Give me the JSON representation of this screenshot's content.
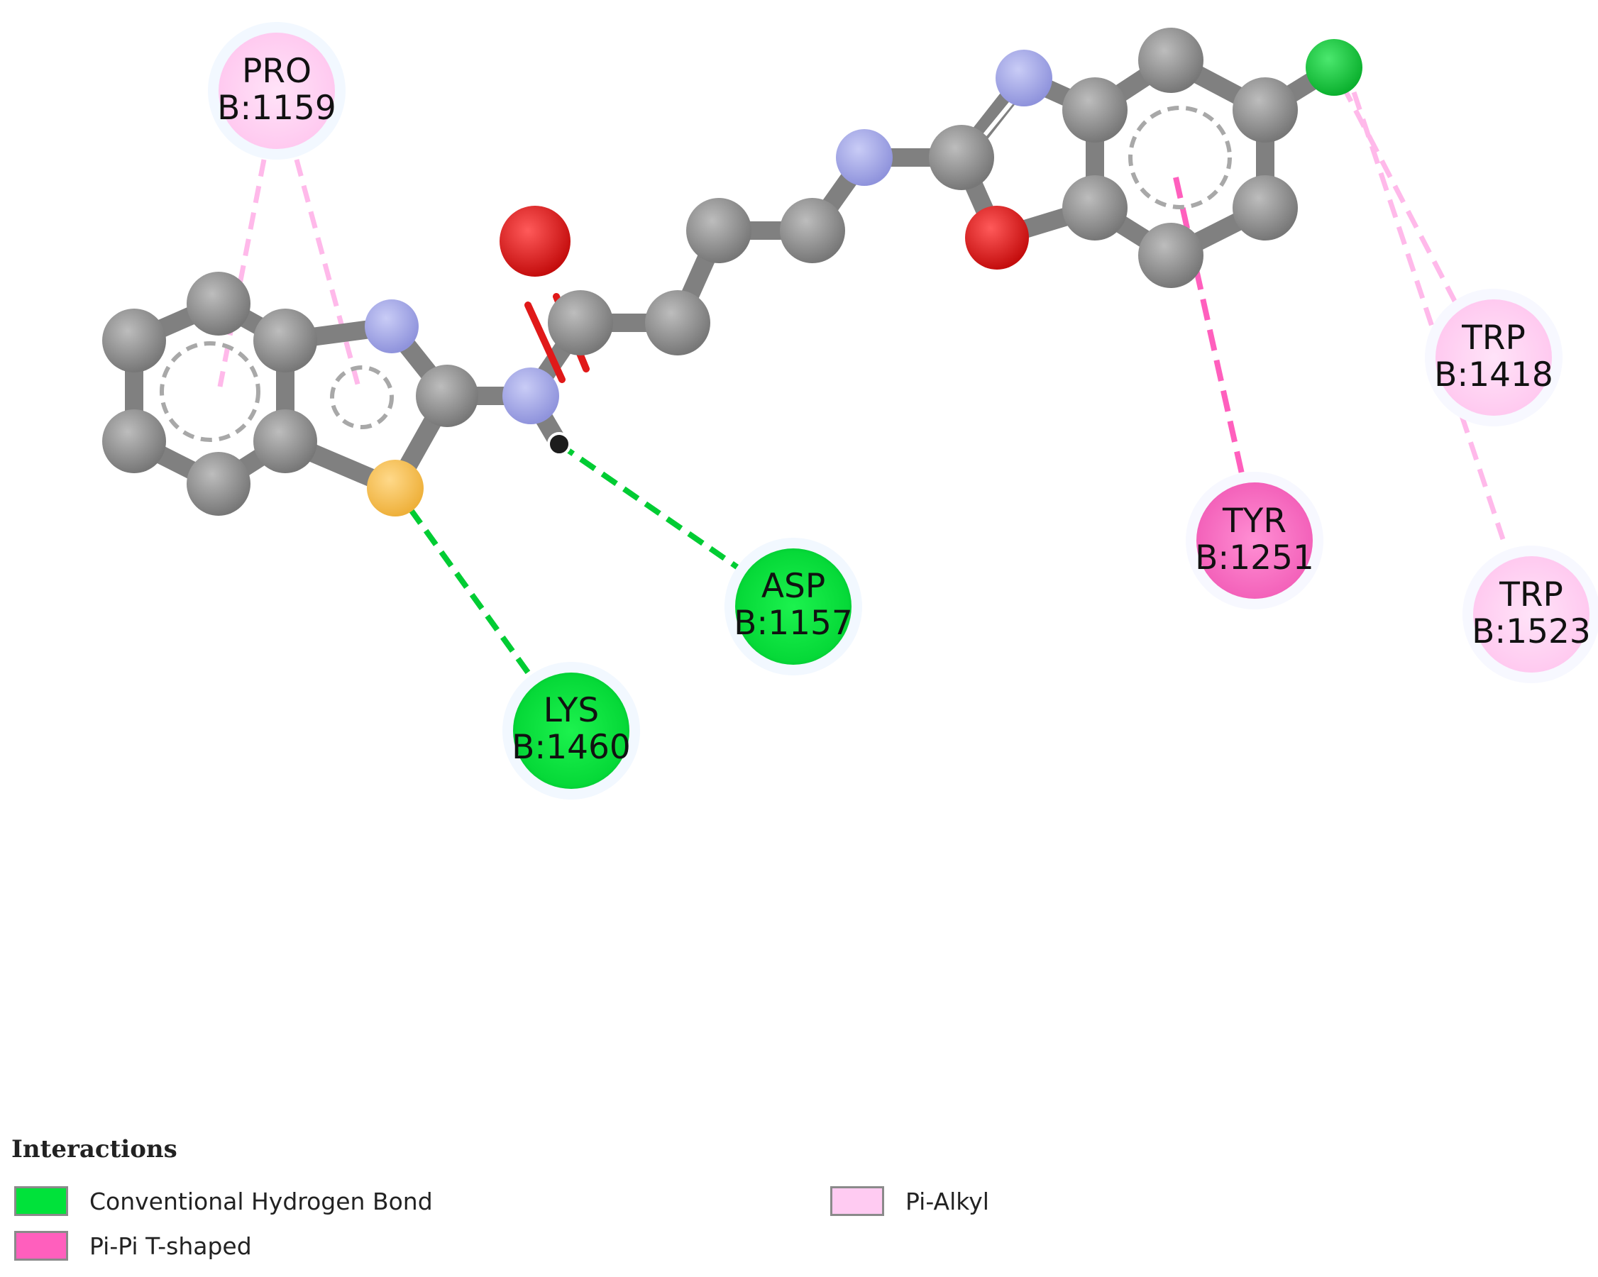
{
  "diagram": {
    "residues": [
      {
        "id": "pro1159",
        "name": "PRO",
        "chain": "B:1159",
        "interaction": "pi-alkyl"
      },
      {
        "id": "asp1157",
        "name": "ASP",
        "chain": "B:1157",
        "interaction": "conventional-hydrogen-bond"
      },
      {
        "id": "lys1460",
        "name": "LYS",
        "chain": "B:1460",
        "interaction": "conventional-hydrogen-bond"
      },
      {
        "id": "tyr1251",
        "name": "TYR",
        "chain": "B:1251",
        "interaction": "pi-pi-t-shaped"
      },
      {
        "id": "trp1418",
        "name": "TRP",
        "chain": "B:1418",
        "interaction": "pi-alkyl"
      },
      {
        "id": "trp1523",
        "name": "TRP",
        "chain": "B:1523",
        "interaction": "pi-alkyl"
      }
    ]
  },
  "legend": {
    "title": "Interactions",
    "items": [
      {
        "label": "Conventional Hydrogen Bond",
        "color": "#00e23a"
      },
      {
        "label": "Pi-Pi T-shaped",
        "color": "#ff5fbd"
      },
      {
        "label": "Pi-Alkyl",
        "color": "#ffcbf2"
      }
    ]
  },
  "colors": {
    "carbon": "#888888",
    "nitrogen": "#a3a6e8",
    "oxygen": "#e01919",
    "sulfur": "#f7bf4d",
    "chlorine": "#10c83a",
    "hbond": "#00cc33",
    "pi_pi_t": "#ff5fbd",
    "pi_alkyl": "#ffb9ea"
  }
}
